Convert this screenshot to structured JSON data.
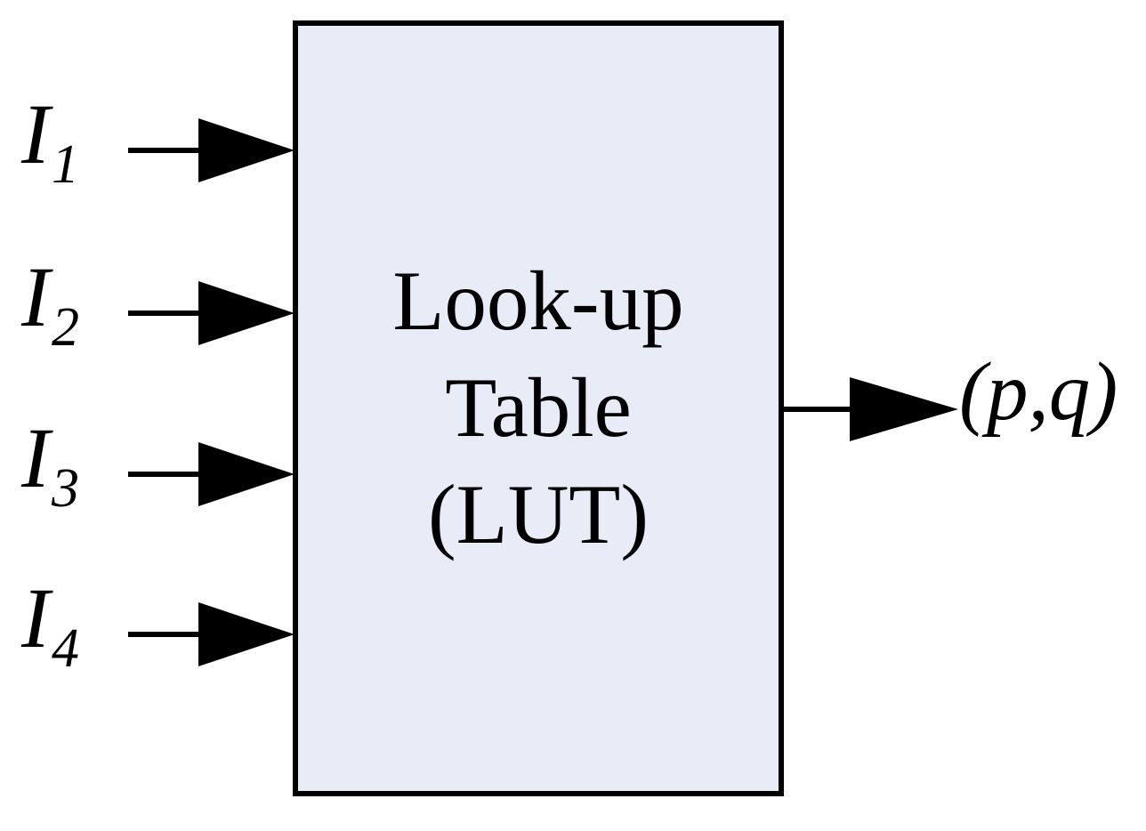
{
  "block": {
    "lines": [
      "Look-up",
      "Table",
      "(LUT)"
    ]
  },
  "inputs": [
    {
      "base": "I",
      "sub": "1"
    },
    {
      "base": "I",
      "sub": "2"
    },
    {
      "base": "I",
      "sub": "3"
    },
    {
      "base": "I",
      "sub": "4"
    }
  ],
  "output": {
    "label": "(p,q)"
  },
  "colors": {
    "block_fill": "#E7ECF6",
    "line": "#000000",
    "background": "#FFFFFF"
  }
}
